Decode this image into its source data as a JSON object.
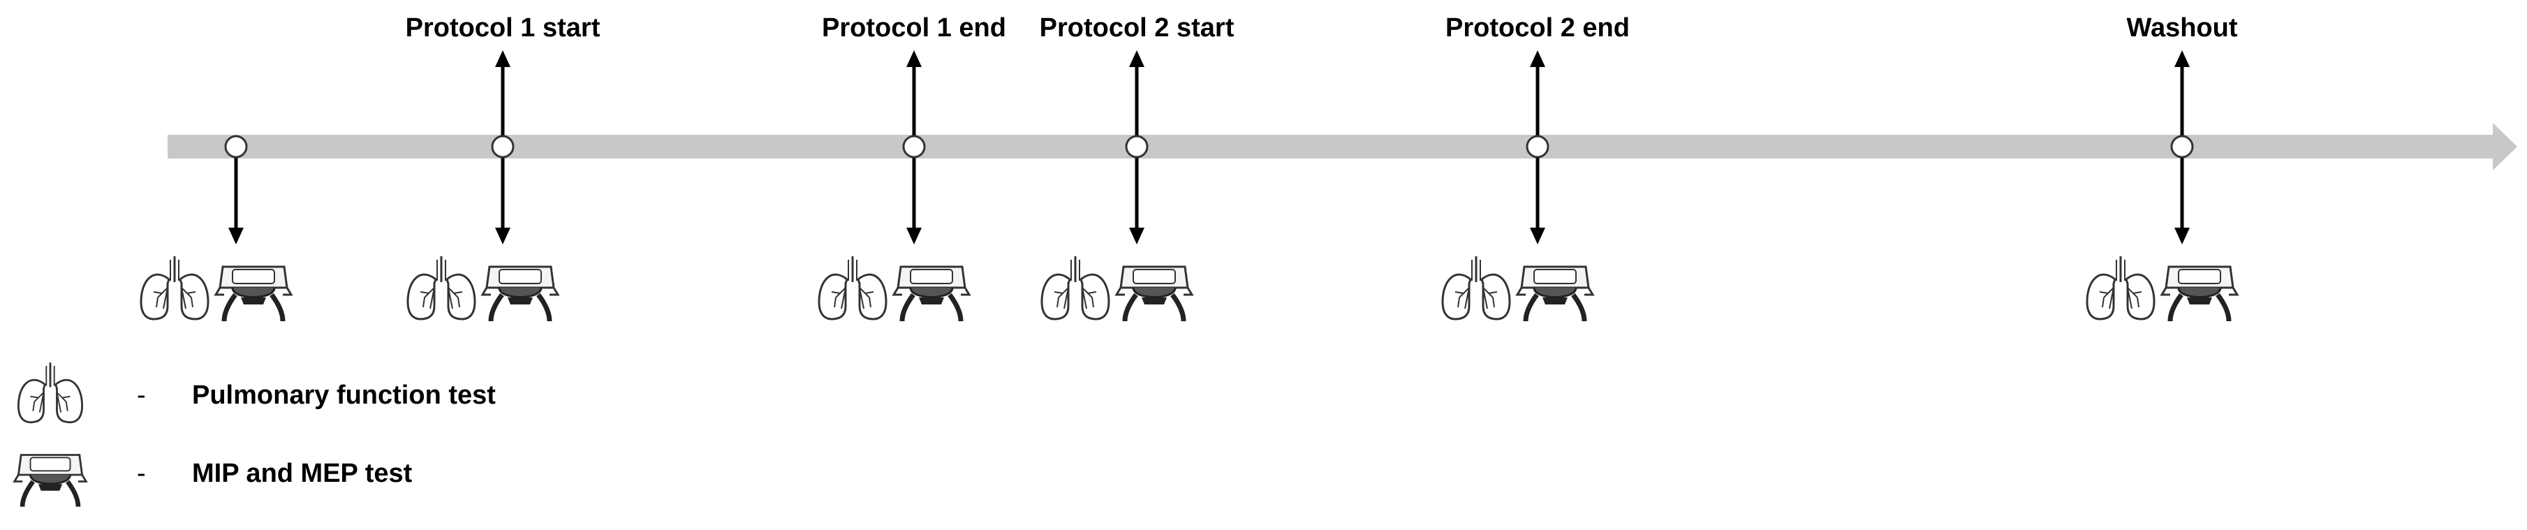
{
  "timeline": {
    "events": [
      {
        "id": "baseline",
        "label": "",
        "up_arrow": false
      },
      {
        "id": "protocol-1-start",
        "label": "Protocol 1 start",
        "up_arrow": true
      },
      {
        "id": "protocol-1-end",
        "label": "Protocol 1 end",
        "up_arrow": true
      },
      {
        "id": "protocol-2-start",
        "label": "Protocol 2 start",
        "up_arrow": true
      },
      {
        "id": "protocol-2-end",
        "label": "Protocol 2 end",
        "up_arrow": true
      },
      {
        "id": "washout",
        "label": "Washout",
        "up_arrow": true
      }
    ],
    "tests_per_event": [
      "lungs-icon",
      "mouthpiece-icon"
    ]
  },
  "legend": {
    "items": [
      {
        "icon": "lungs-icon",
        "dash": "-",
        "text": "Pulmonary function test"
      },
      {
        "icon": "mouthpiece-icon",
        "dash": "-",
        "text": "MIP and MEP test"
      }
    ]
  },
  "colors": {
    "timeline": "#c8c8c8",
    "arrow": "#000000",
    "marker_fill": "#ffffff",
    "icon_stroke": "#333333"
  }
}
